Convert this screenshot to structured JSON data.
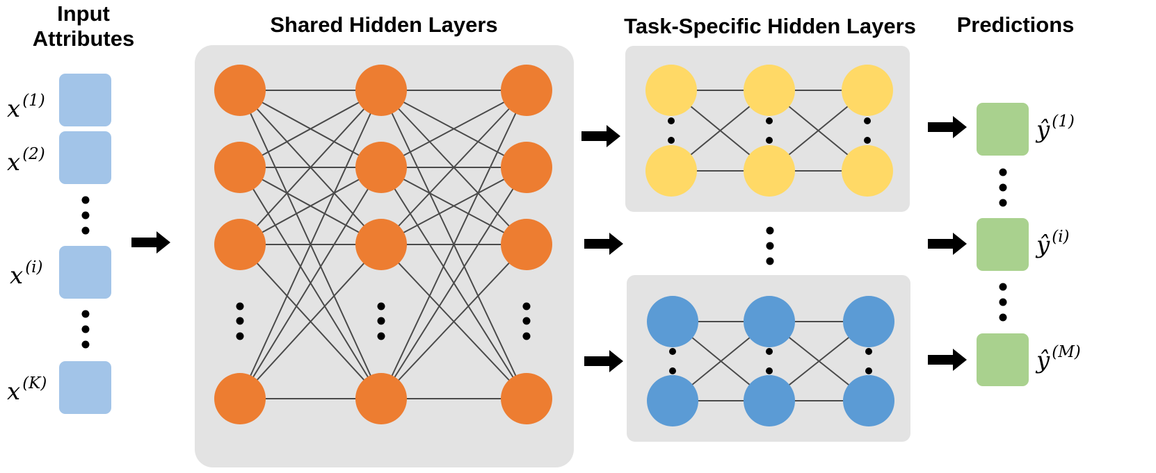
{
  "headers": {
    "input_line1": "Input",
    "input_line2": "Attributes",
    "shared": "Shared Hidden Layers",
    "task_specific": "Task-Specific Hidden Layers",
    "predictions": "Predictions"
  },
  "inputs": [
    {
      "symbol": "x",
      "superscript": "(1)"
    },
    {
      "symbol": "x",
      "superscript": "(2)"
    },
    {
      "symbol": "x",
      "superscript": "(i)"
    },
    {
      "symbol": "x",
      "superscript": "(K)"
    }
  ],
  "outputs": [
    {
      "symbol": "ŷ",
      "superscript": "(1)"
    },
    {
      "symbol": "ŷ",
      "superscript": "(i)"
    },
    {
      "symbol": "ŷ",
      "superscript": "(M)"
    }
  ],
  "colors": {
    "input_box": "#a2c4e8",
    "panel": "#e3e3e3",
    "shared_node": "#ed7d31",
    "task_top_node": "#ffd966",
    "task_bottom_node": "#5b9bd5",
    "output_box": "#a9d18e",
    "edge": "#4a4a4a",
    "arrow": "#000000"
  }
}
